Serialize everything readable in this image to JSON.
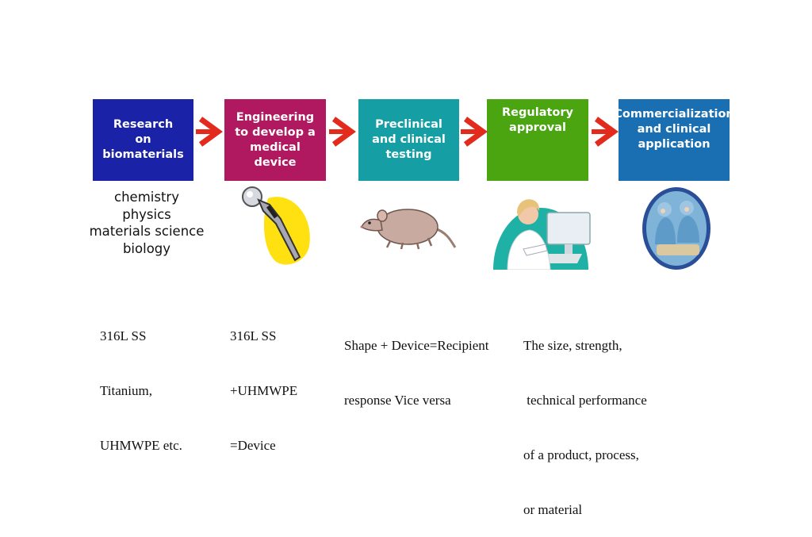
{
  "stages": [
    {
      "label": "Research\non\nbiomaterials",
      "color": "#1a23a8"
    },
    {
      "label": "Engineering\nto develop a\nmedical\ndevice",
      "color": "#b0195f"
    },
    {
      "label": "Preclinical\nand clinical\ntesting",
      "color": "#159fa4"
    },
    {
      "label": "Regulatory\napproval",
      "color": "#4aa511"
    },
    {
      "label": "Commercialization\nand clinical\napplication",
      "color": "#1a6fb2"
    }
  ],
  "arrow_color": "#e22a1d",
  "topics": [
    "chemistry",
    "physics",
    "materials science",
    "biology"
  ],
  "notes": [
    {
      "lines": [
        "316L SS",
        "Titanium,",
        "UHMWPE etc."
      ]
    },
    {
      "lines": [
        "316L SS",
        "+UHMWPE",
        "=Device"
      ]
    },
    {
      "lines": [
        "Shape + Device=Recipient",
        "response Vice versa"
      ]
    },
    {
      "lines": [
        "The size, strength,",
        " technical performance",
        "of a product, process,",
        "or material"
      ]
    }
  ],
  "illustrations": [
    "hip-implant-icon",
    "rat-icon",
    "doctor-at-computer-icon",
    "surgery-team-icon"
  ]
}
